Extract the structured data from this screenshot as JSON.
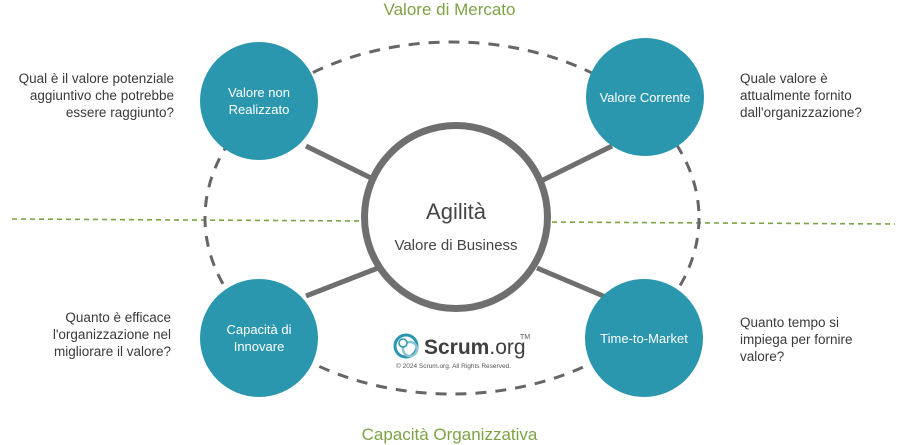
{
  "titles": {
    "top": "Valore di Mercato",
    "bottom": "Capacità Organizzativa"
  },
  "center": {
    "title": "Agilità",
    "subtitle": "Valore di Business"
  },
  "nodes": {
    "top_left": "Valore non Realizzato",
    "top_right": "Valore Corrente",
    "bottom_left": "Capacità di Innovare",
    "bottom_right": "Time-to-Market"
  },
  "questions": {
    "top_left": [
      "Qual è il valore potenziale",
      "aggiuntivo che potrebbe",
      "essere raggiunto?"
    ],
    "top_right": [
      "Quale valore è",
      "attualmente fornito",
      "dall'organizzazione?"
    ],
    "bottom_left": [
      "Quanto è efficace",
      "l'organizzazione nel",
      "migliorare il valore?"
    ],
    "bottom_right": [
      "Quanto tempo si",
      "impiega per fornire",
      "valore?"
    ]
  },
  "logo": {
    "name": "Scrum",
    "suffix": ".org",
    "tm": "TM",
    "copyright": "© 2024 Scrum.org. All Rights Reserved."
  },
  "colors": {
    "node_fill": "#2b97ae",
    "title_green": "#7da346",
    "divider_green": "#7da346",
    "connector_gray": "#6f6f6f",
    "ring_dash_gray": "#666666"
  }
}
